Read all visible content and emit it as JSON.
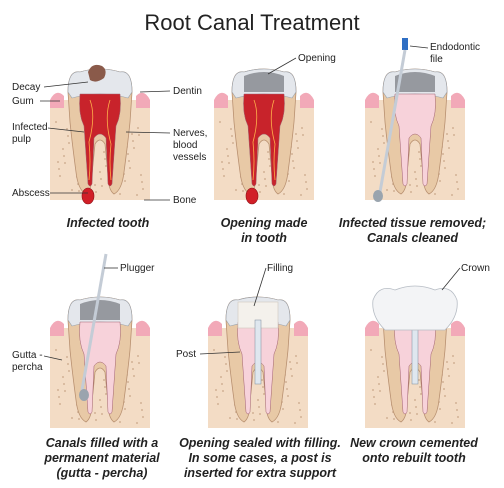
{
  "title": "Root Canal Treatment",
  "steps": [
    {
      "caption_lines": [
        "Infected tooth"
      ],
      "labels": {
        "decay": "Decay",
        "gum": "Gum",
        "infected_pulp": [
          "Infected",
          "pulp"
        ],
        "abscess": "Abscess",
        "dentin": "Dentin",
        "nerves": [
          "Nerves,",
          "blood",
          "vessels"
        ],
        "bone": "Bone"
      }
    },
    {
      "caption_lines": [
        "Opening made",
        "in tooth"
      ],
      "labels": {
        "opening": "Opening"
      }
    },
    {
      "caption_lines": [
        "Infected tissue removed;",
        "Canals cleaned"
      ],
      "labels": {
        "endodontic_file": [
          "Endodontic",
          "file"
        ]
      }
    },
    {
      "caption_lines": [
        "Canals filled with a",
        "permanent material",
        "(gutta - percha)"
      ],
      "labels": {
        "plugger": "Plugger",
        "gutta_percha": [
          "Gutta -",
          "percha"
        ]
      }
    },
    {
      "caption_lines": [
        "Opening sealed with filling.",
        "In some cases, a post is",
        "inserted for extra support"
      ],
      "labels": {
        "filling": "Filling",
        "post": "Post"
      }
    },
    {
      "caption_lines": [
        "New crown cemented",
        "onto rebuilt tooth"
      ],
      "labels": {
        "crown": "Crown"
      }
    }
  ],
  "colors": {
    "bone": "#f3dcc5",
    "bone_dots": "#c9a688",
    "gum": "#f2a9b8",
    "dentin": "#e8c9a6",
    "enamel": "#e4e7ec",
    "pulp_infected": "#c8232b",
    "pulp_clean": "#f7d2da",
    "decay": "#8a5a4a",
    "filling": "#f4f1ec",
    "instrument": "#c4ccd6",
    "file_handle": "#2f6fc4"
  }
}
